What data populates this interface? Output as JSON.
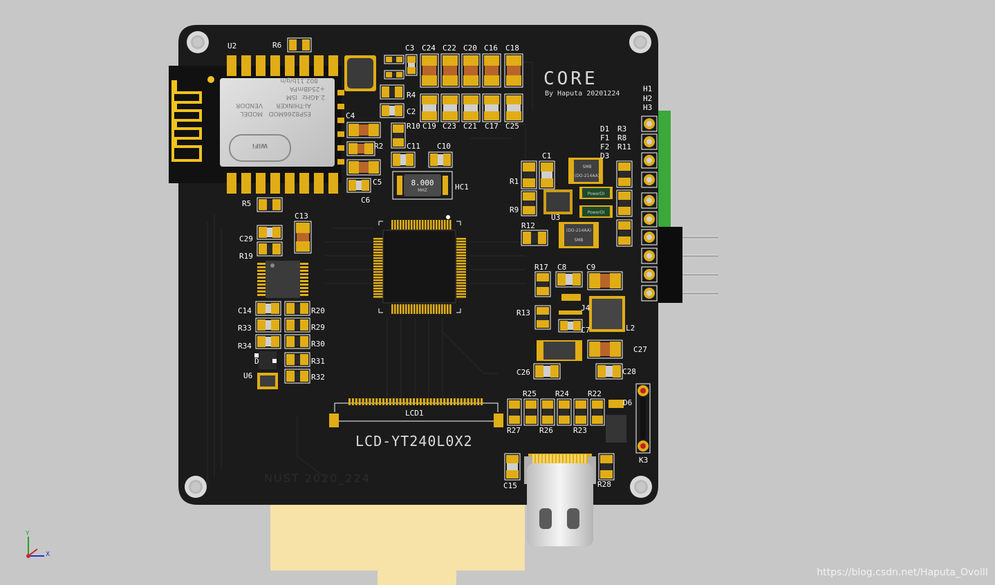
{
  "board": {
    "title": "CORE",
    "byline": "By Haputa 20201224",
    "lcd_label": "LCD-YT240L0X2",
    "lcd_connector": "LCD1",
    "faint_silk": "NUST 2020_224",
    "crystal_freq": "8.000",
    "crystal_unit": "MHZ",
    "crystal_ref": "HC1"
  },
  "wifi_module": {
    "ref": "U2",
    "lines": [
      "MODEL",
      "ESP8266MOD",
      "VENDOR",
      "AI-THINKER",
      "ISM",
      "2.4GHz",
      "PA",
      "+25dBm",
      "802.11b/g/n"
    ],
    "logo": "WiFi"
  },
  "diode_marks": {
    "smb1": "SMB",
    "smb1_part": "(DO-214AA)",
    "smb2": "SMB",
    "smb2_part": "(DO-214AA)",
    "pkg1": "PowerDI",
    "pkg2": "PowerDI"
  },
  "refs": {
    "u2": "U2",
    "r6": "R6",
    "c3": "C3",
    "c24": "C24",
    "c22": "C22",
    "c20": "C20",
    "c16": "C16",
    "c18": "C18",
    "r4": "R4",
    "c2": "C2",
    "r10": "R10",
    "c19": "C19",
    "c23": "C23",
    "c21": "C21",
    "c17": "C17",
    "c25": "C25",
    "c4": "C4",
    "r2": "R2",
    "c5": "C5",
    "c6": "C6",
    "c11": "C11",
    "c10": "C10",
    "r5": "R5",
    "c13": "C13",
    "c29": "C29",
    "r19": "R19",
    "c14": "C14",
    "r33": "R33",
    "r34": "R34",
    "d": "D",
    "u6": "U6",
    "r20": "R20",
    "r29": "R29",
    "r30": "R30",
    "r31": "R31",
    "r32": "R32",
    "h1": "H1",
    "h2": "H2",
    "h3": "H3",
    "d1": "D1",
    "r3": "R3",
    "f1": "F1",
    "r8": "R8",
    "f2": "F2",
    "r11": "R11",
    "d3": "D3",
    "c1": "C1",
    "r1": "R1",
    "r9": "R9",
    "u3": "U3",
    "r12": "R12",
    "r17": "R17",
    "c8": "C8",
    "c9": "C9",
    "r13": "R13",
    "j4": "J4",
    "c7": "C7",
    "l2": "L2",
    "c27": "C27",
    "c26": "C26",
    "c28": "C28",
    "r25": "R25",
    "r24": "R24",
    "r22": "R22",
    "d6": "D6",
    "r27": "R27",
    "r26": "R26",
    "r23": "R23",
    "k3": "K3",
    "c15": "C15",
    "r28": "R28"
  },
  "axis_triad": {
    "x": "X",
    "y": "Y"
  },
  "watermark": "https://blog.csdn.net/Haputa_OvolII",
  "colors": {
    "background": "#c7c7c7",
    "board": "#1b1b1b",
    "pad_gold": "#e0ad16",
    "silk": "#ffffff",
    "header_green": "#3aa83a",
    "fpc_tan": "#f7e2a7",
    "usb_metal": "#e6e6e6"
  }
}
